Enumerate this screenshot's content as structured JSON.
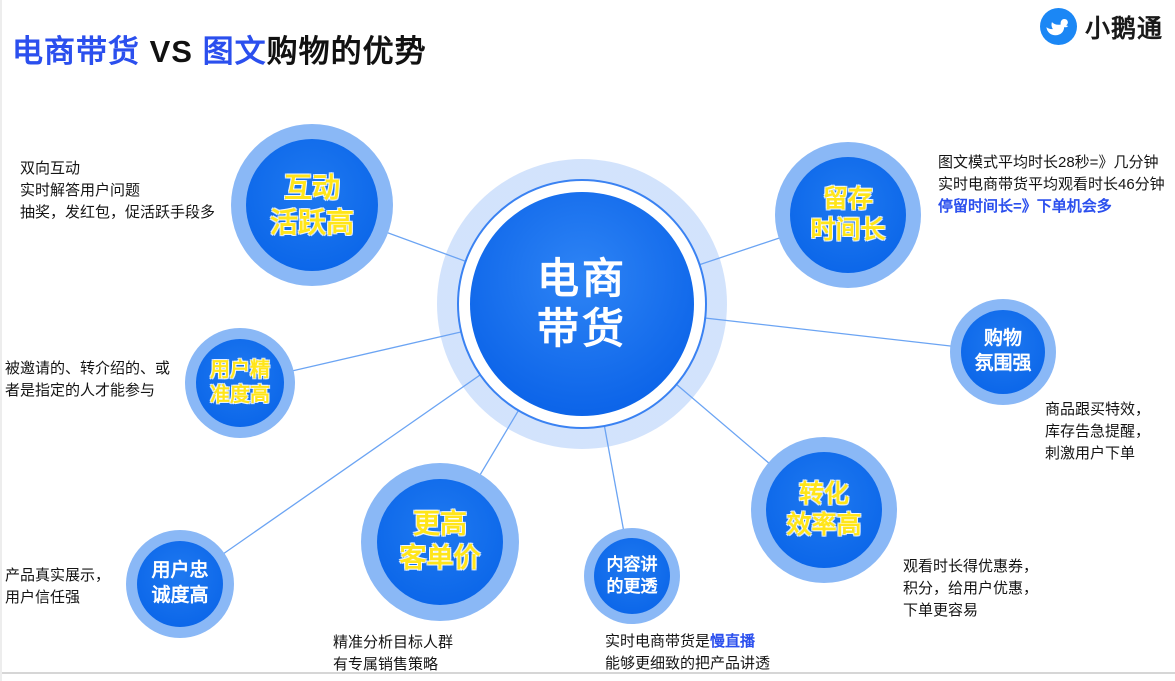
{
  "title": {
    "highlight1": "电商带货",
    "vs": " VS ",
    "highlight2": "图文",
    "rest": "购物的优势"
  },
  "logo": {
    "name": "小鹅通",
    "icon": "goose-in-blue-circle",
    "brand_color": "#1b87f5"
  },
  "center_circle": {
    "line1": "电商",
    "line2": "带货"
  },
  "satellites": [
    {
      "line1": "互动",
      "line2": "活跃高",
      "text_color": "#ffe51a"
    },
    {
      "line1": "留存",
      "line2": "时间长",
      "text_color": "#ffe51a"
    },
    {
      "line1": "用户精",
      "line2": "准度高",
      "text_color": "#ffe51a"
    },
    {
      "line1": "购物",
      "line2": "氛围强",
      "text_color": "#ffffff"
    },
    {
      "line1": "转化",
      "line2": "效率高",
      "text_color": "#ffe51a"
    },
    {
      "line1": "更高",
      "line2": "客单价",
      "text_color": "#ffe51a"
    },
    {
      "line1": "内容讲",
      "line2": "的更透",
      "text_color": "#ffffff"
    },
    {
      "line1": "用户忠",
      "line2": "诚度高",
      "text_color": "#ffffff"
    }
  ],
  "notes": {
    "top_left": {
      "line1": "双向互动",
      "line2": "实时解答用户问题",
      "line3": "抽奖，发红包，促活跃手段多"
    },
    "top_right": {
      "line1": "图文模式平均时长28秒=》几分钟",
      "line2": "实时电商带货平均观看时长46分钟",
      "highlight": "停留时间长=》下单机会多"
    },
    "left": {
      "line1": "被邀请的、转介绍的、或",
      "line2": "者是指定的人才能参与"
    },
    "right": {
      "line1": "商品跟买特效，",
      "line2": "库存告急提醒，",
      "line3": "刺激用户下单"
    },
    "bottom_left": {
      "line1": "产品真实展示，",
      "line2": "用户信任强"
    },
    "bottom_mid_left": {
      "line1": "精准分析目标人群",
      "line2": "有专属销售策略"
    },
    "bottom_mid": {
      "line1_prefix": "实时电商带货是",
      "line1_highlight": "慢直播",
      "line2": "能够更细致的把产品讲透"
    },
    "bottom_right": {
      "line1": "观看时长得优惠券，",
      "line2": "积分，给用户优惠，",
      "line3": "下单更容易"
    }
  },
  "colors": {
    "title_accent": "#2b4fee",
    "circle_fill": "#0d65e9",
    "circle_ring_light": "#8ab8f6",
    "label_yellow": "#ffe51a",
    "note_highlight_blue": "#2b4fee",
    "connector_line": "#6ba4f3",
    "divider": "#d6d6d6"
  }
}
